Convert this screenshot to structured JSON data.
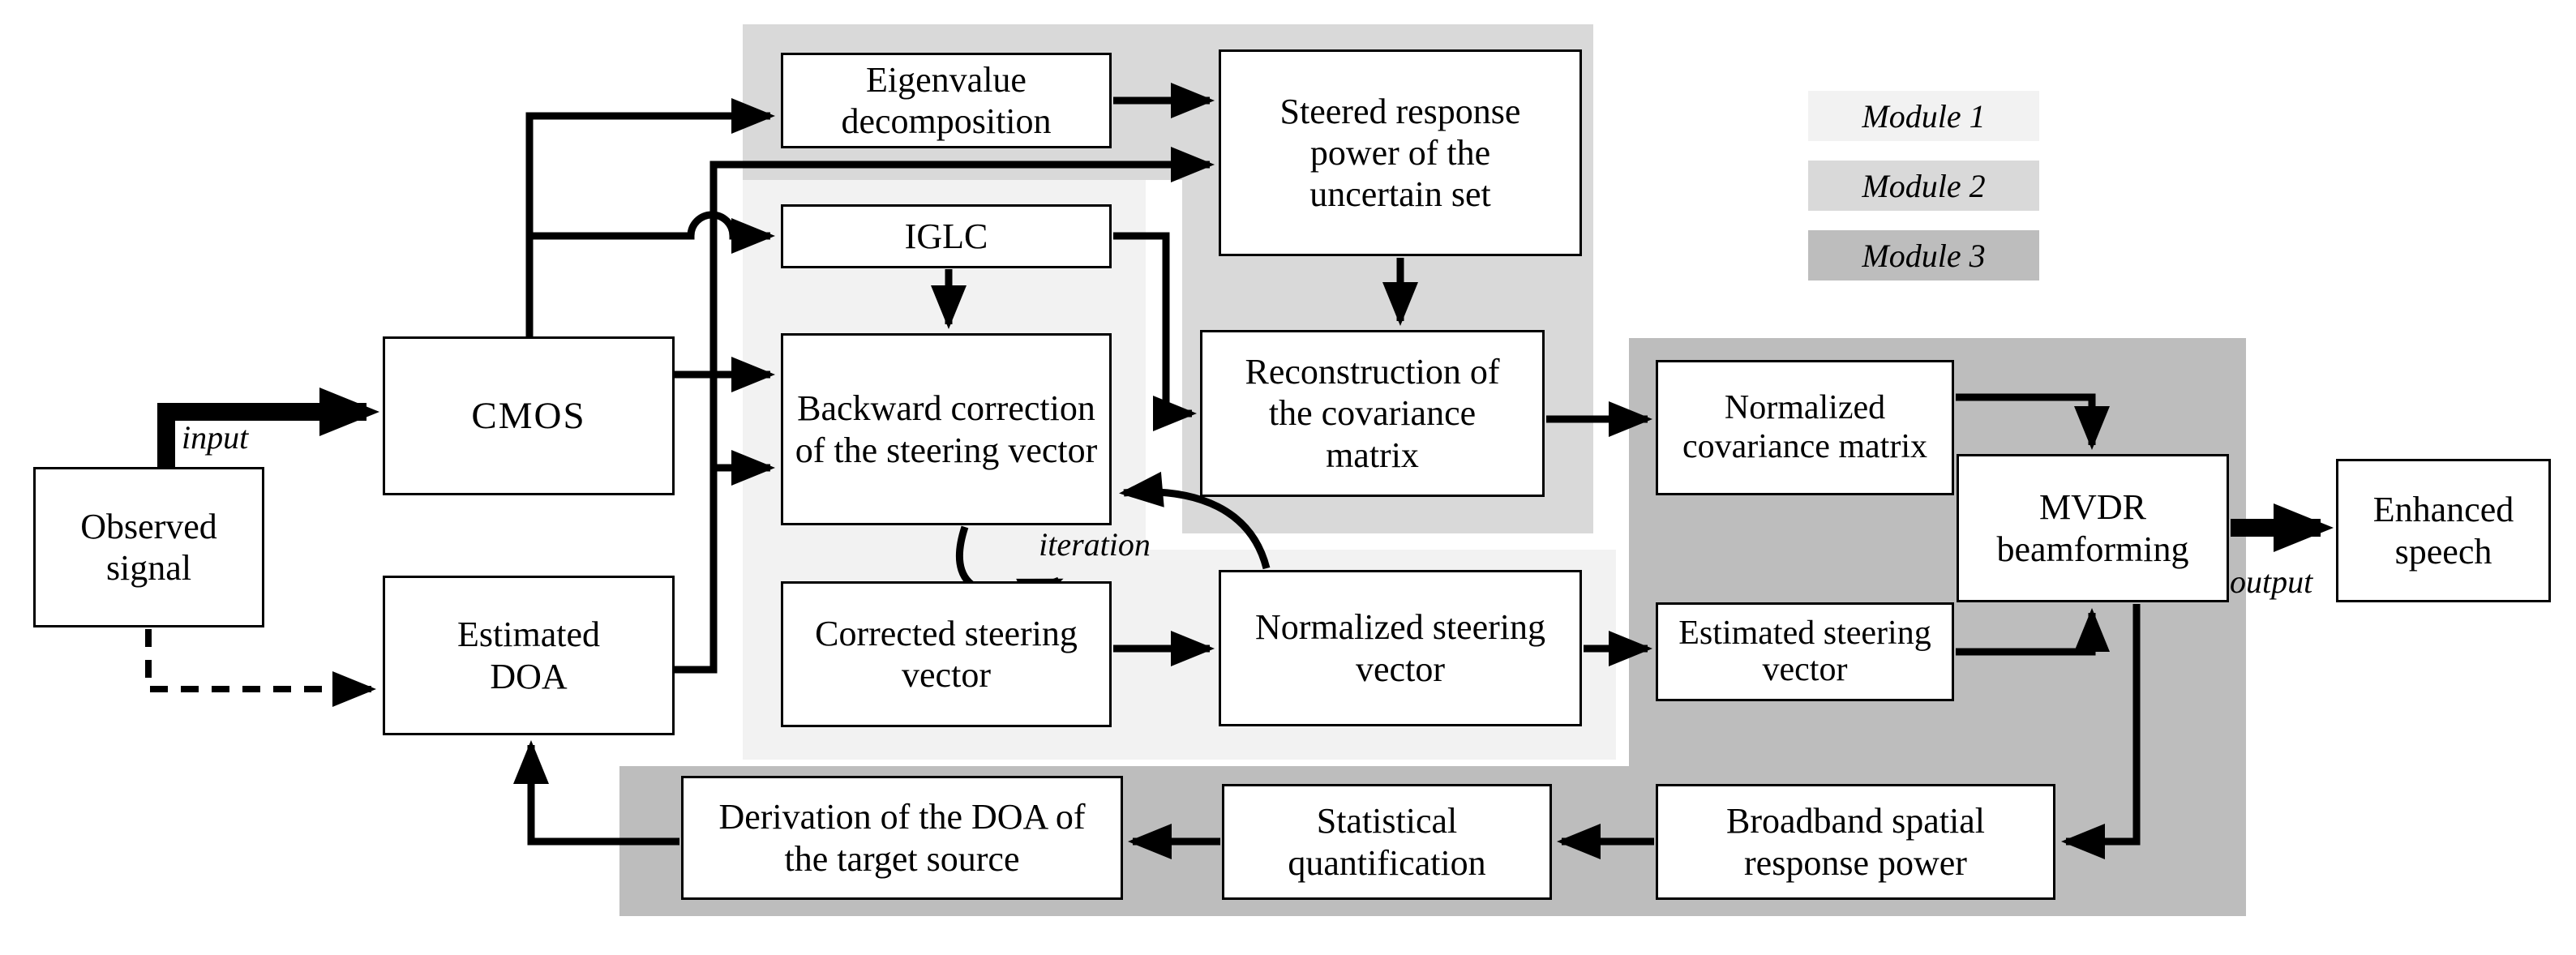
{
  "boxes": {
    "observed_signal": "Observed signal",
    "cmos": "CMOS",
    "estimated_doa": "Estimated DOA",
    "eigenvalue_decomposition": "Eigenvalue decomposition",
    "steered_response_power": "Steered response power of the uncertain set",
    "iglc": "IGLC",
    "backward_correction": "Backward correction of the steering vector",
    "reconstruction_covariance": "Reconstruction of the covariance matrix",
    "corrected_steering_vector": "Corrected steering vector",
    "normalized_steering_vector": "Normalized steering vector",
    "normalized_covariance_matrix": "Normalized covariance matrix",
    "mvdr_beamforming": "MVDR beamforming",
    "estimated_steering_vector": "Estimated steering vector",
    "enhanced_speech": "Enhanced speech",
    "derivation_doa": "Derivation of the DOA of the target source",
    "statistical_quantification": "Statistical quantification",
    "broadband_spatial_response_power": "Broadband spatial response power"
  },
  "flow_labels": {
    "input": "input",
    "output": "output",
    "iteration": "iteration"
  },
  "legend": {
    "items": [
      {
        "label": "Module 1",
        "color": "#f2f2f2"
      },
      {
        "label": "Module 2",
        "color": "#d9d9d9"
      },
      {
        "label": "Module 3",
        "color": "#bdbdbd"
      }
    ]
  },
  "colors": {
    "module1": "#f2f2f2",
    "module2": "#d9d9d9",
    "module3": "#bdbdbd",
    "line": "#000000",
    "box_background": "#ffffff",
    "box_border": "#000000"
  },
  "connections": [
    {
      "from": "observed_signal",
      "to": "cmos",
      "style": "thick",
      "label": "input"
    },
    {
      "from": "observed_signal",
      "to": "estimated_doa",
      "style": "dashed"
    },
    {
      "from": "cmos",
      "to": "eigenvalue_decomposition",
      "style": "solid"
    },
    {
      "from": "cmos",
      "to": "iglc",
      "style": "solid"
    },
    {
      "from": "cmos",
      "to": "backward_correction",
      "style": "solid"
    },
    {
      "from": "estimated_doa",
      "to": "steered_response_power",
      "style": "solid"
    },
    {
      "from": "estimated_doa",
      "to": "backward_correction",
      "style": "solid"
    },
    {
      "from": "eigenvalue_decomposition",
      "to": "steered_response_power",
      "style": "solid"
    },
    {
      "from": "iglc",
      "to": "backward_correction",
      "style": "solid"
    },
    {
      "from": "iglc",
      "to": "reconstruction_covariance",
      "style": "solid"
    },
    {
      "from": "steered_response_power",
      "to": "reconstruction_covariance",
      "style": "solid"
    },
    {
      "from": "reconstruction_covariance",
      "to": "normalized_covariance_matrix",
      "style": "solid"
    },
    {
      "from": "backward_correction",
      "to": "corrected_steering_vector",
      "style": "curved"
    },
    {
      "from": "corrected_steering_vector",
      "to": "normalized_steering_vector",
      "style": "solid"
    },
    {
      "from": "normalized_steering_vector",
      "to": "backward_correction",
      "style": "curved",
      "label": "iteration"
    },
    {
      "from": "normalized_steering_vector",
      "to": "estimated_steering_vector",
      "style": "solid"
    },
    {
      "from": "normalized_covariance_matrix",
      "to": "mvdr_beamforming",
      "style": "solid"
    },
    {
      "from": "estimated_steering_vector",
      "to": "mvdr_beamforming",
      "style": "solid"
    },
    {
      "from": "mvdr_beamforming",
      "to": "enhanced_speech",
      "style": "thick",
      "label": "output"
    },
    {
      "from": "mvdr_beamforming",
      "to": "broadband_spatial_response_power",
      "style": "solid"
    },
    {
      "from": "broadband_spatial_response_power",
      "to": "statistical_quantification",
      "style": "solid"
    },
    {
      "from": "statistical_quantification",
      "to": "derivation_doa",
      "style": "solid"
    },
    {
      "from": "derivation_doa",
      "to": "estimated_doa",
      "style": "solid"
    }
  ]
}
